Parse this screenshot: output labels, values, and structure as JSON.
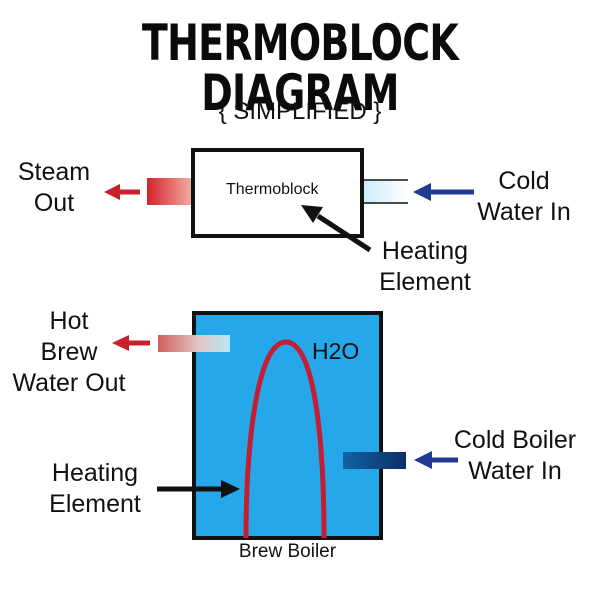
{
  "title": "THERMOBLOCK DIAGRAM",
  "subtitle": "{ SIMPLIFIED }",
  "thermoblock": {
    "box_label": "Thermoblock",
    "steam_out": [
      "Steam",
      "Out"
    ],
    "cold_water_in": [
      "Cold",
      "Water In"
    ],
    "heating_element": [
      "Heating",
      "Element"
    ]
  },
  "boiler": {
    "box_label": "Brew Boiler",
    "h2o": "H2O",
    "hot_brew_water_out": [
      "Hot",
      "Brew",
      "Water Out"
    ],
    "cold_boiler_water_in": [
      "Cold Boiler",
      "Water In"
    ],
    "heating_element": [
      "Heating",
      "Element"
    ]
  },
  "colors": {
    "outflow_red": "#c8202c",
    "inflow_blue": "#1f3a93",
    "water_blue": "#26a7ea",
    "element_red": "#c21f34",
    "outline": "#111111"
  }
}
